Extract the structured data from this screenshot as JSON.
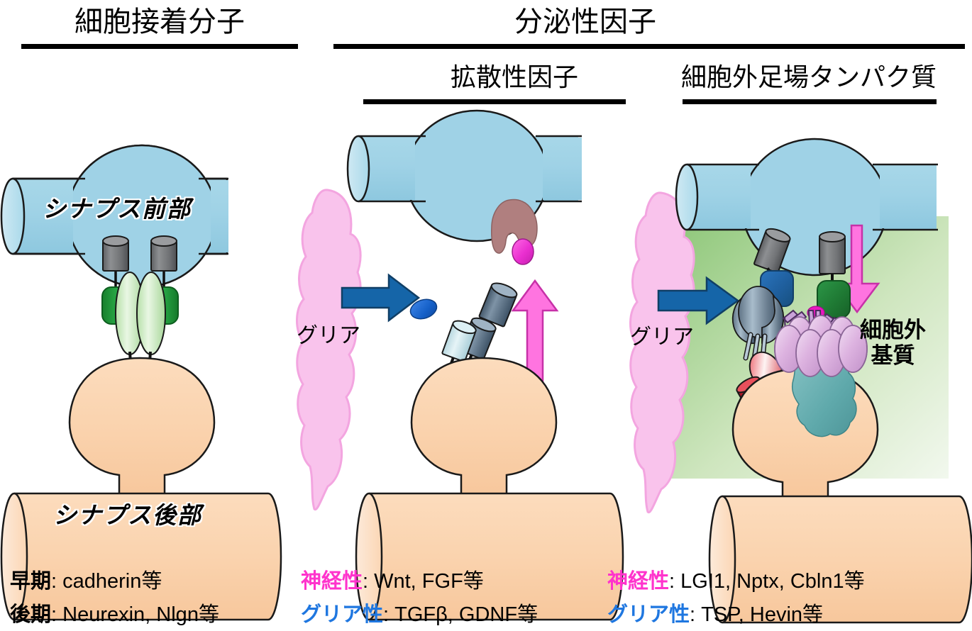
{
  "headers": {
    "left_main": "細胞接着分子",
    "right_main": "分泌性因子",
    "mid_sub": "拡散性因子",
    "right_sub": "細胞外足場タンパク質"
  },
  "diagram_labels": {
    "presynapse": "シナプス前部",
    "postsynapse": "シナプス後部",
    "glia_mid": "グリア",
    "glia_right": "グリア",
    "ecm_line1": "細胞外",
    "ecm_line2": "基質"
  },
  "legend": {
    "left": [
      {
        "tag": "早期",
        "tag_style": "plain",
        "text": ": cadherin等"
      },
      {
        "tag": "後期",
        "tag_style": "plain",
        "text": ": Neurexin, Nlgn等"
      }
    ],
    "middle": [
      {
        "tag": "神経性",
        "tag_style": "neuro",
        "text": ": Wnt, FGF等"
      },
      {
        "tag": "グリア性",
        "tag_style": "glia",
        "text": ": TGFβ, GDNF等"
      }
    ],
    "right": [
      {
        "tag": "神経性",
        "tag_style": "neuro",
        "text": ": LGI1, Nptx, Cbln1等"
      },
      {
        "tag": "グリア性",
        "tag_style": "glia",
        "text": ": TSP, Hevin等"
      }
    ]
  },
  "colors": {
    "presynapse_fill": "#9fd2e6",
    "presynapse_stroke": "#1a1a1a",
    "postsynapse_fill": "#fad3ae",
    "postsynapse_stroke": "#1a1a1a",
    "glia_fill": "#f9c3ec",
    "glia_stroke": "#f5a8e2",
    "ecm_fill_start": "#8fc87a",
    "ecm_fill_end": "#ffffff",
    "blue_arrow": "#1565a8",
    "pink_arrow": "#ff74e0",
    "cadherin_green_dark": "#1f9236",
    "cadherin_green_light": "#c9ecbf",
    "receptor_grey": "#77787a",
    "vesicle_brown": "#b07f7f",
    "vesicle_magenta": "#ea2fd0",
    "ligand_blue": "#1560c8",
    "nptx_pink": "#ddaedd",
    "nmdar_teal": "#62aeb0",
    "lgi1_green": "#1f7a34",
    "adam_blue": "#1f5f9e",
    "adam_red": "#c82030",
    "tag_neuro": "#ff33cc",
    "tag_glia": "#1f77e0",
    "rule_black": "#000000"
  },
  "icon_names": [
    "presynaptic-axon-icon",
    "postsynaptic-dendrite-icon",
    "glia-cell-icon",
    "cadherin-dimer-icon",
    "synaptic-vesicle-icon",
    "neurotransmitter-icon",
    "diffusible-ligand-icon",
    "receptor-cylinder-icon",
    "blue-arrow-icon",
    "pink-arrow-icon",
    "extracellular-matrix-icon",
    "nptx-complex-icon",
    "lgi1-adam-complex-icon"
  ]
}
